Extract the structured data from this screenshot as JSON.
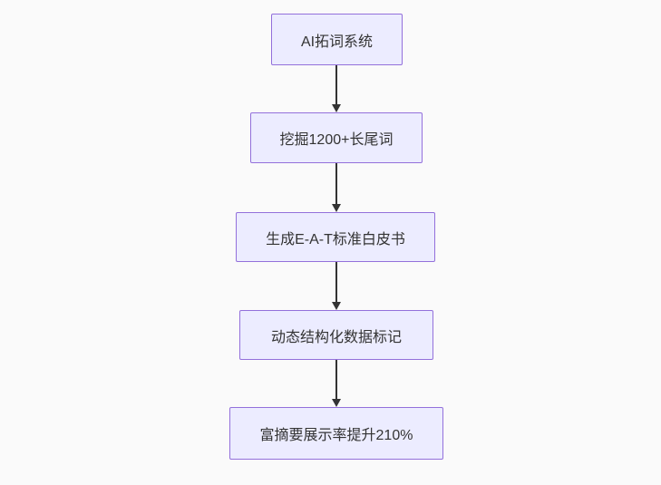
{
  "diagram": {
    "type": "flowchart",
    "direction": "top-down",
    "nodes": [
      {
        "id": "n1",
        "label": "AI拓词系统"
      },
      {
        "id": "n2",
        "label": "挖掘1200+长尾词"
      },
      {
        "id": "n3",
        "label": "生成E-A-T标准白皮书"
      },
      {
        "id": "n4",
        "label": "动态结构化数据标记"
      },
      {
        "id": "n5",
        "label": "富摘要展示率提升210%"
      }
    ],
    "edges": [
      {
        "from": "n1",
        "to": "n2",
        "style": "arrow"
      },
      {
        "from": "n2",
        "to": "n3",
        "style": "arrow"
      },
      {
        "from": "n3",
        "to": "n4",
        "style": "arrow"
      },
      {
        "from": "n4",
        "to": "n5",
        "style": "arrow"
      }
    ]
  },
  "colors": {
    "background": "#fafafa",
    "node_fill": "#ECECFF",
    "node_border": "#9370DB",
    "text_color": "#333333",
    "arrow_color": "#333333"
  }
}
